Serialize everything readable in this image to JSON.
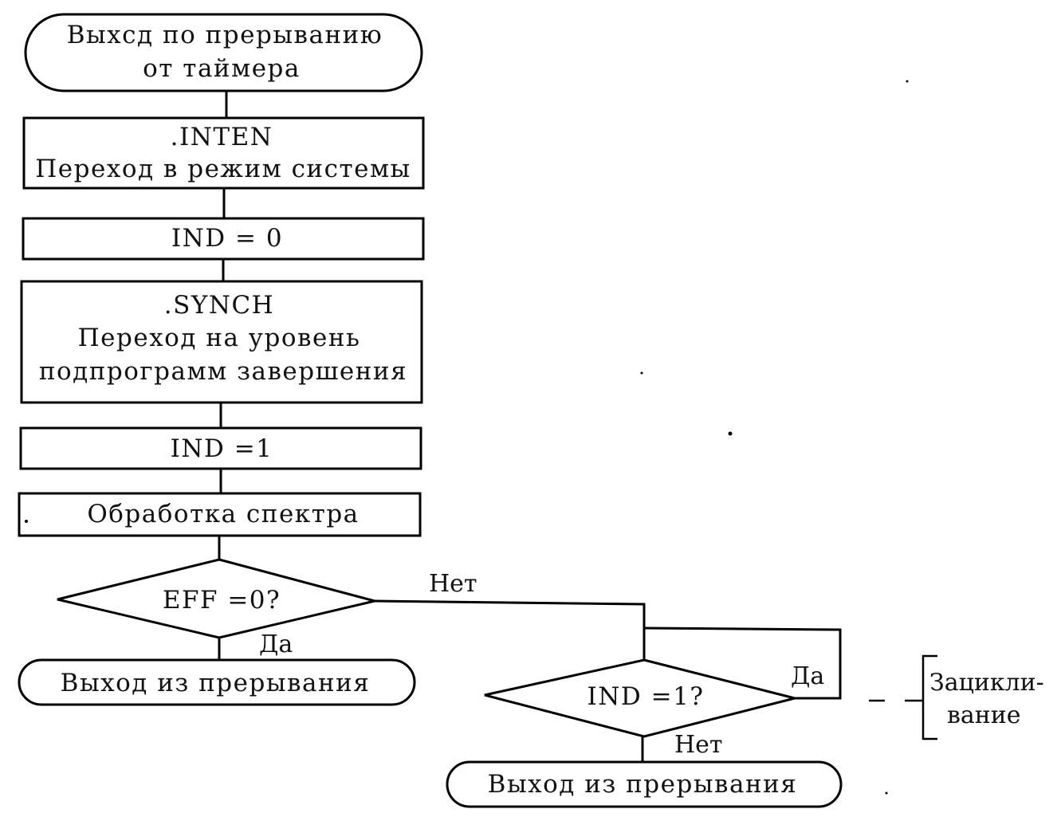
{
  "diagram": {
    "type": "flowchart",
    "nodes": {
      "start": {
        "kind": "terminator",
        "lines": [
          "Выхсд по прерыванию",
          "от таймера"
        ]
      },
      "inten": {
        "kind": "process",
        "lines": [
          ".INTEN",
          "Переход в режим системы"
        ]
      },
      "ind0": {
        "kind": "process",
        "lines": [
          "IND = 0"
        ]
      },
      "synch": {
        "kind": "process",
        "lines": [
          ".SYNCH",
          "Переход на уровень",
          "подпрограмм завершения"
        ]
      },
      "ind1": {
        "kind": "process",
        "lines": [
          "IND =1"
        ]
      },
      "spectrum": {
        "kind": "process",
        "lines": [
          "Обработка спектра"
        ]
      },
      "eff": {
        "kind": "decision",
        "lines": [
          "EFF =0?"
        ]
      },
      "exit1": {
        "kind": "terminator",
        "lines": [
          "Выход из прерывания"
        ]
      },
      "indq": {
        "kind": "decision",
        "lines": [
          "IND =1?"
        ]
      },
      "exit2": {
        "kind": "terminator",
        "lines": [
          "Выход из прерывания"
        ]
      }
    },
    "edge_labels": {
      "eff_no": "Нет",
      "eff_yes": "Да",
      "indq_yes": "Да",
      "indq_no": "Нет"
    },
    "annotation": {
      "lines": [
        "Зацикли-",
        "вание"
      ]
    }
  }
}
